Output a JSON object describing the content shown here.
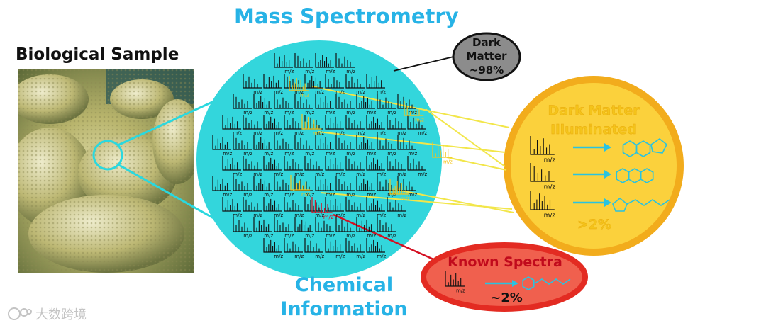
{
  "labels": {
    "mass_spectrometry": "Mass Spectrometry",
    "biological_sample": "Biological Sample",
    "chemical_information_line1": "Chemical",
    "chemical_information_line2": "Information",
    "dark_matter_line1": "Dark",
    "dark_matter_line2": "Matter",
    "dark_matter_pct": "~98%",
    "illuminated_line1": "Dark Matter",
    "illuminated_line2": "Illuminated",
    "illuminated_pct": ">2%",
    "known_spectra": "Known Spectra",
    "known_pct": "~2%",
    "mz": "m/z",
    "watermark": "大数跨境"
  },
  "colors": {
    "title_blue": "#27b3e6",
    "cyan_disc": "#33d6dc",
    "yellow_highlight": "#f2e64a",
    "gold_border": "#f2ac1c",
    "gold_fill": "#fbd13c",
    "illuminated_text": "#f4c41a",
    "known_red": "#d40f22",
    "known_fill": "#f0604e",
    "dark_gray": "#8c8c8c",
    "structure_cyan": "#29c3e0"
  },
  "icons": [
    "coral-photo",
    "zoom-circle",
    "spectrum-icon",
    "arrow-icon",
    "molecule-icon",
    "watermark-logo-icon"
  ]
}
